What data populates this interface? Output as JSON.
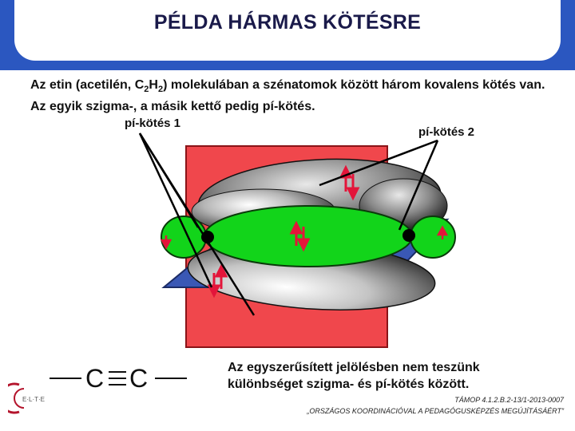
{
  "title": "PÉLDA HÁRMAS KÖTÉSRE",
  "intro": {
    "text_pre": "Az etin (acetilén, C",
    "sub1": "2",
    "text_mid": "H",
    "sub2": "2",
    "text_post": ") molekulában a szénatomok között három kovalens kötés van. Az egyik szigma-, a másik kettő pedig pí-kötés."
  },
  "diagram": {
    "label_pi1": "pí-kötés 1",
    "label_pi2": "pí-kötés 2",
    "colors": {
      "red_plane": "#f0474c",
      "blue_plane": "#3a58b5",
      "sigma_green": "#12d41a",
      "electron_arrow": "#e3153a"
    }
  },
  "formula": {
    "atom1": "C",
    "atom2": "C"
  },
  "note": "Az egyszerűsített jelölésben nem teszünk különbséget szigma- és pí-kötés között.",
  "logo": {
    "text": "E·L·T·E"
  },
  "footer": {
    "line1": "TÁMOP 4.1.2.B.2-13/1-2013-0007",
    "line2": "„ORSZÁGOS KOORDINÁCIÓVAL A PEDAGÓGUSKÉPZÉS MEGÚJÍTÁSÁÉRT”"
  }
}
